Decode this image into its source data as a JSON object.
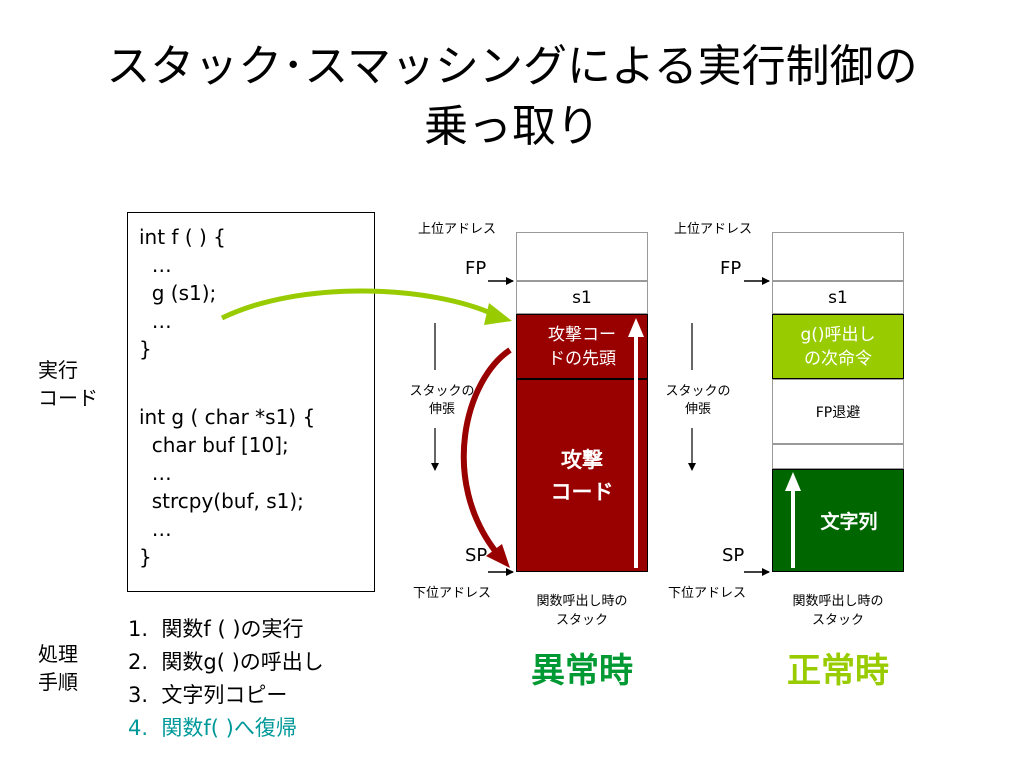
{
  "title": {
    "line1": "スタック･スマッシングによる実行制御の",
    "line2": "乗っ取り"
  },
  "code": {
    "lines": [
      "int f ( ) {",
      "  …",
      "  g (s1);",
      "  …",
      "}",
      "",
      "int g ( char *s1) {",
      "  char buf [10];",
      "  …",
      "  strcpy(buf, s1);",
      "  …",
      "}"
    ]
  },
  "labels": {
    "exec_code_1": "実行",
    "exec_code_2": "コード",
    "process_1": "処理",
    "process_2": "手順"
  },
  "steps": [
    "1.  関数f ( )の実行",
    "2.  関数g( )の呼出し",
    "3.  文字列コピー",
    "4.  関数f( )へ復帰"
  ],
  "stack_common": {
    "upper_address": "上位アドレス",
    "lower_address": "下位アドレス",
    "fp": "FP",
    "sp": "SP",
    "growth_1": "スタックの",
    "growth_2": "伸張",
    "caption_1": "関数呼出し時の",
    "caption_2": "スタック"
  },
  "abnormal": {
    "s1": "s1",
    "attack_head_1": "攻撃コー",
    "attack_head_2": "ドの先頭",
    "attack_code_1": "攻撃",
    "attack_code_2": "コード",
    "result": "異常時"
  },
  "normal": {
    "s1": "s1",
    "return_1": "g()呼出し",
    "return_2": "の次命令",
    "fp_save": "FP退避",
    "string": "文字列",
    "result": "正常時"
  },
  "colors": {
    "dark_red": "#990000",
    "light_green": "#99cc00",
    "dark_green": "#006600",
    "step4_teal": "#009999",
    "result_abnormal": "#009933",
    "result_normal": "#99cc00"
  }
}
